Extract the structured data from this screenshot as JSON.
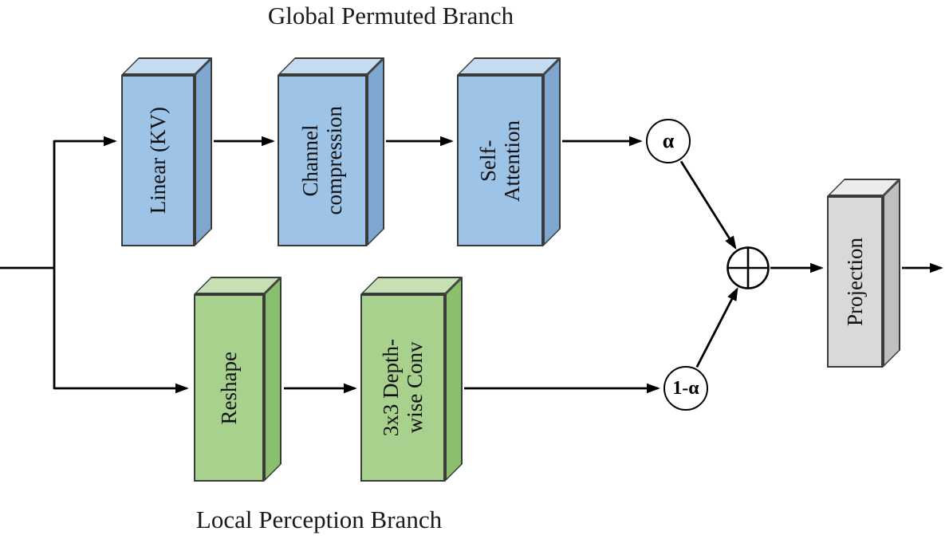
{
  "titles": {
    "global_branch": "Global Permuted Branch",
    "local_branch": "Local Perception Branch"
  },
  "global_branch": {
    "blocks": [
      {
        "id": "linear-kv",
        "label": "Linear (KV)"
      },
      {
        "id": "channel-compression",
        "label": "Channel\ncompression"
      },
      {
        "id": "self-attention",
        "label": "Self-\nAttention"
      }
    ]
  },
  "local_branch": {
    "blocks": [
      {
        "id": "reshape",
        "label": "Reshape"
      },
      {
        "id": "depthwise-conv",
        "label": "3x3 Depth-\nwise Conv"
      }
    ]
  },
  "output_block": {
    "label": "Projection"
  },
  "nodes": {
    "alpha": "α",
    "one_minus_alpha": "1-α",
    "sum": "⊕"
  },
  "colors": {
    "global_front": "#9DC3E6",
    "global_top": "#C5DCF0",
    "global_side": "#7EA6CE",
    "local_front": "#A9D18E",
    "local_top": "#C6E0B4",
    "local_side": "#8ABF6E",
    "output_front": "#D9D9D9",
    "output_top": "#ECECEC",
    "output_side": "#BFBFBF",
    "box_border": "#3A3A3A",
    "line": "#000000"
  }
}
